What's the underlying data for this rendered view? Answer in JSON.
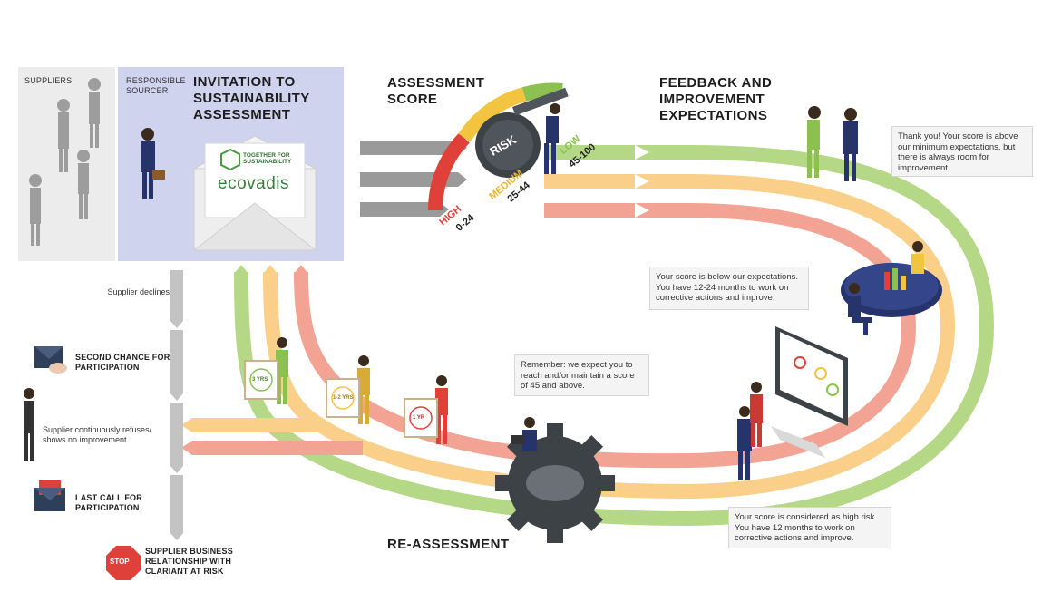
{
  "panels": {
    "suppliers_label": "SUPPLIERS",
    "responsible_label": "RESPONSIBLE SOURCER",
    "invitation_title": "INVITATION TO SUSTAINABILITY ASSESSMENT"
  },
  "envelope": {
    "tfs_text": "TOGETHER FOR SUSTAINABILITY",
    "brand": "ecovadis"
  },
  "headings": {
    "assessment_score": "ASSESSMENT SCORE",
    "feedback": "FEEDBACK AND IMPROVEMENT EXPECTATIONS",
    "reassessment": "RE-ASSESSMENT"
  },
  "gauge": {
    "center_label": "RISK",
    "high_label": "HIGH",
    "high_range": "0-24",
    "medium_label": "MEDIUM",
    "medium_range": "25-44",
    "low_label": "LOW",
    "low_range": "45-100",
    "colors": {
      "high": "#e0403a",
      "medium": "#f3c440",
      "low": "#8cc152"
    }
  },
  "bubbles": {
    "low_feedback": "Thank you! Your score is above our minimum expectations, but there is always room for improvement.",
    "medium_feedback": "Your score is below our expectations. You have 12-24 months to work on corrective actions and improve.",
    "high_feedback": "Your score is considered as high risk. You have 12 months to work on corrective actions and improve.",
    "reminder": "Remember: we expect you to reach and/or maintain a score of 45 and above."
  },
  "side_path": {
    "declines": "Supplier declines",
    "second_chance": "SECOND CHANCE FOR PARTICIPATION",
    "refuses": "Supplier continuously refuses/ shows no improvement",
    "last_call": "LAST CALL FOR PARTICIPATION",
    "stop_sign": "STOP",
    "at_risk": "SUPPLIER BUSINESS RELATIONSHIP WITH CLARIANT AT RISK"
  },
  "signs": {
    "low_years": "3 YRS",
    "medium_years": "1-2 YRS",
    "high_years": "1 YR"
  },
  "colors": {
    "track_grey": "#9a9a9a",
    "track_green": "#b5d887",
    "track_yellow": "#f9cf8a",
    "track_red": "#f2a394",
    "panel_blue": "#cfd3ee",
    "navy": "#27346b",
    "gear": "#3d4247"
  }
}
